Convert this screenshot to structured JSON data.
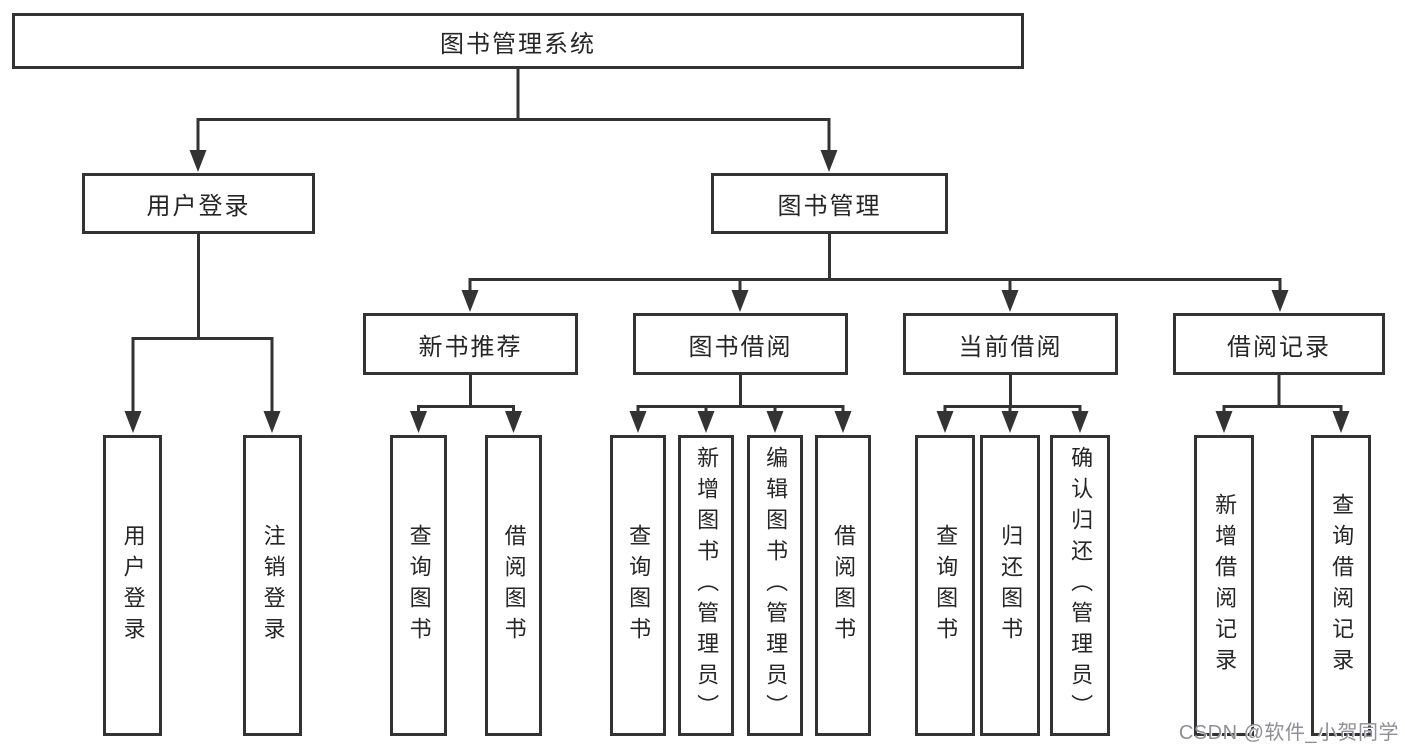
{
  "diagram": {
    "root": {
      "label": "图书管理系统"
    },
    "level2": [
      {
        "label": "用户登录"
      },
      {
        "label": "图书管理"
      }
    ],
    "level3": [
      {
        "label": "新书推荐"
      },
      {
        "label": "图书借阅"
      },
      {
        "label": "当前借阅"
      },
      {
        "label": "借阅记录"
      }
    ],
    "leaf_groups": [
      {
        "parent": "用户登录",
        "items": [
          "用户登录",
          "注销登录"
        ]
      },
      {
        "parent": "新书推荐",
        "items": [
          "查询图书",
          "借阅图书"
        ]
      },
      {
        "parent": "图书借阅",
        "items": [
          "查询图书",
          "新增图书（管理员）",
          "编辑图书（管理员）",
          "借阅图书"
        ]
      },
      {
        "parent": "当前借阅",
        "items": [
          "查询图书",
          "归还图书",
          "确认归还（管理员）"
        ]
      },
      {
        "parent": "借阅记录",
        "items": [
          "新增借阅记录",
          "查询借阅记录"
        ]
      }
    ]
  },
  "watermark": {
    "text": "CSDN @软件_小贺同学"
  },
  "colors": {
    "line": "#333333",
    "text": "#262626",
    "watermark": "#8f8f97",
    "background": "#ffffff"
  }
}
